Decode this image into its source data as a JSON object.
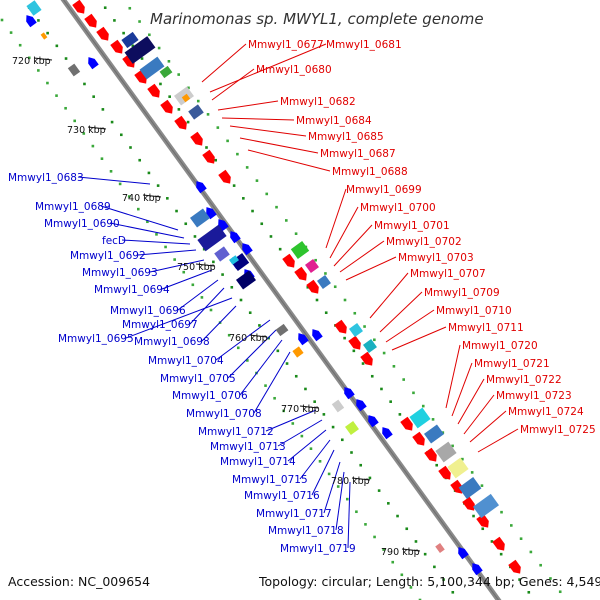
{
  "title": "Marinomonas sp. MWYL1, complete genome",
  "footer": {
    "accession": "Accession: NC_009654",
    "topology": "Topology: circular; Length: 5,100,344 bp; Genes: 4,549"
  },
  "ticks": [
    "720 kbp",
    "730 kbp",
    "740 kbp",
    "750 kbp",
    "760 kbp",
    "770 kbp",
    "780 kbp",
    "790 kbp"
  ],
  "labels_right": [
    "Mmwyl1_0677",
    "Mmwyl1_0681",
    "Mmwyl1_0680",
    "Mmwyl1_0682",
    "Mmwyl1_0684",
    "Mmwyl1_0685",
    "Mmwyl1_0687",
    "Mmwyl1_0688",
    "Mmwyl1_0699",
    "Mmwyl1_0700",
    "Mmwyl1_0701",
    "Mmwyl1_0702",
    "Mmwyl1_0703",
    "Mmwyl1_0707",
    "Mmwyl1_0709",
    "Mmwyl1_0710",
    "Mmwyl1_0711",
    "Mmwyl1_0720",
    "Mmwyl1_0721",
    "Mmwyl1_0722",
    "Mmwyl1_0723",
    "Mmwyl1_0724",
    "Mmwyl1_0725"
  ],
  "labels_left": [
    "Mmwyl1_0683",
    "Mmwyl1_0689",
    "Mmwyl1_0690",
    "fecD",
    "Mmwyl1_0692",
    "Mmwyl1_0693",
    "Mmwyl1_0694",
    "Mmwyl1_0696",
    "Mmwyl1_0697",
    "Mmwyl1_0695",
    "Mmwyl1_0698",
    "Mmwyl1_0704",
    "Mmwyl1_0705",
    "Mmwyl1_0706",
    "Mmwyl1_0708",
    "Mmwyl1_0712",
    "Mmwyl1_0713",
    "Mmwyl1_0714",
    "Mmwyl1_0715",
    "Mmwyl1_0716",
    "Mmwyl1_0717",
    "Mmwyl1_0718",
    "Mmwyl1_0719"
  ],
  "colors": {
    "forward": "#ff0000",
    "reverse": "#0000ff",
    "label_right": "#e00000",
    "label_left": "#0000cc",
    "backbone": "#8a8a8a"
  }
}
